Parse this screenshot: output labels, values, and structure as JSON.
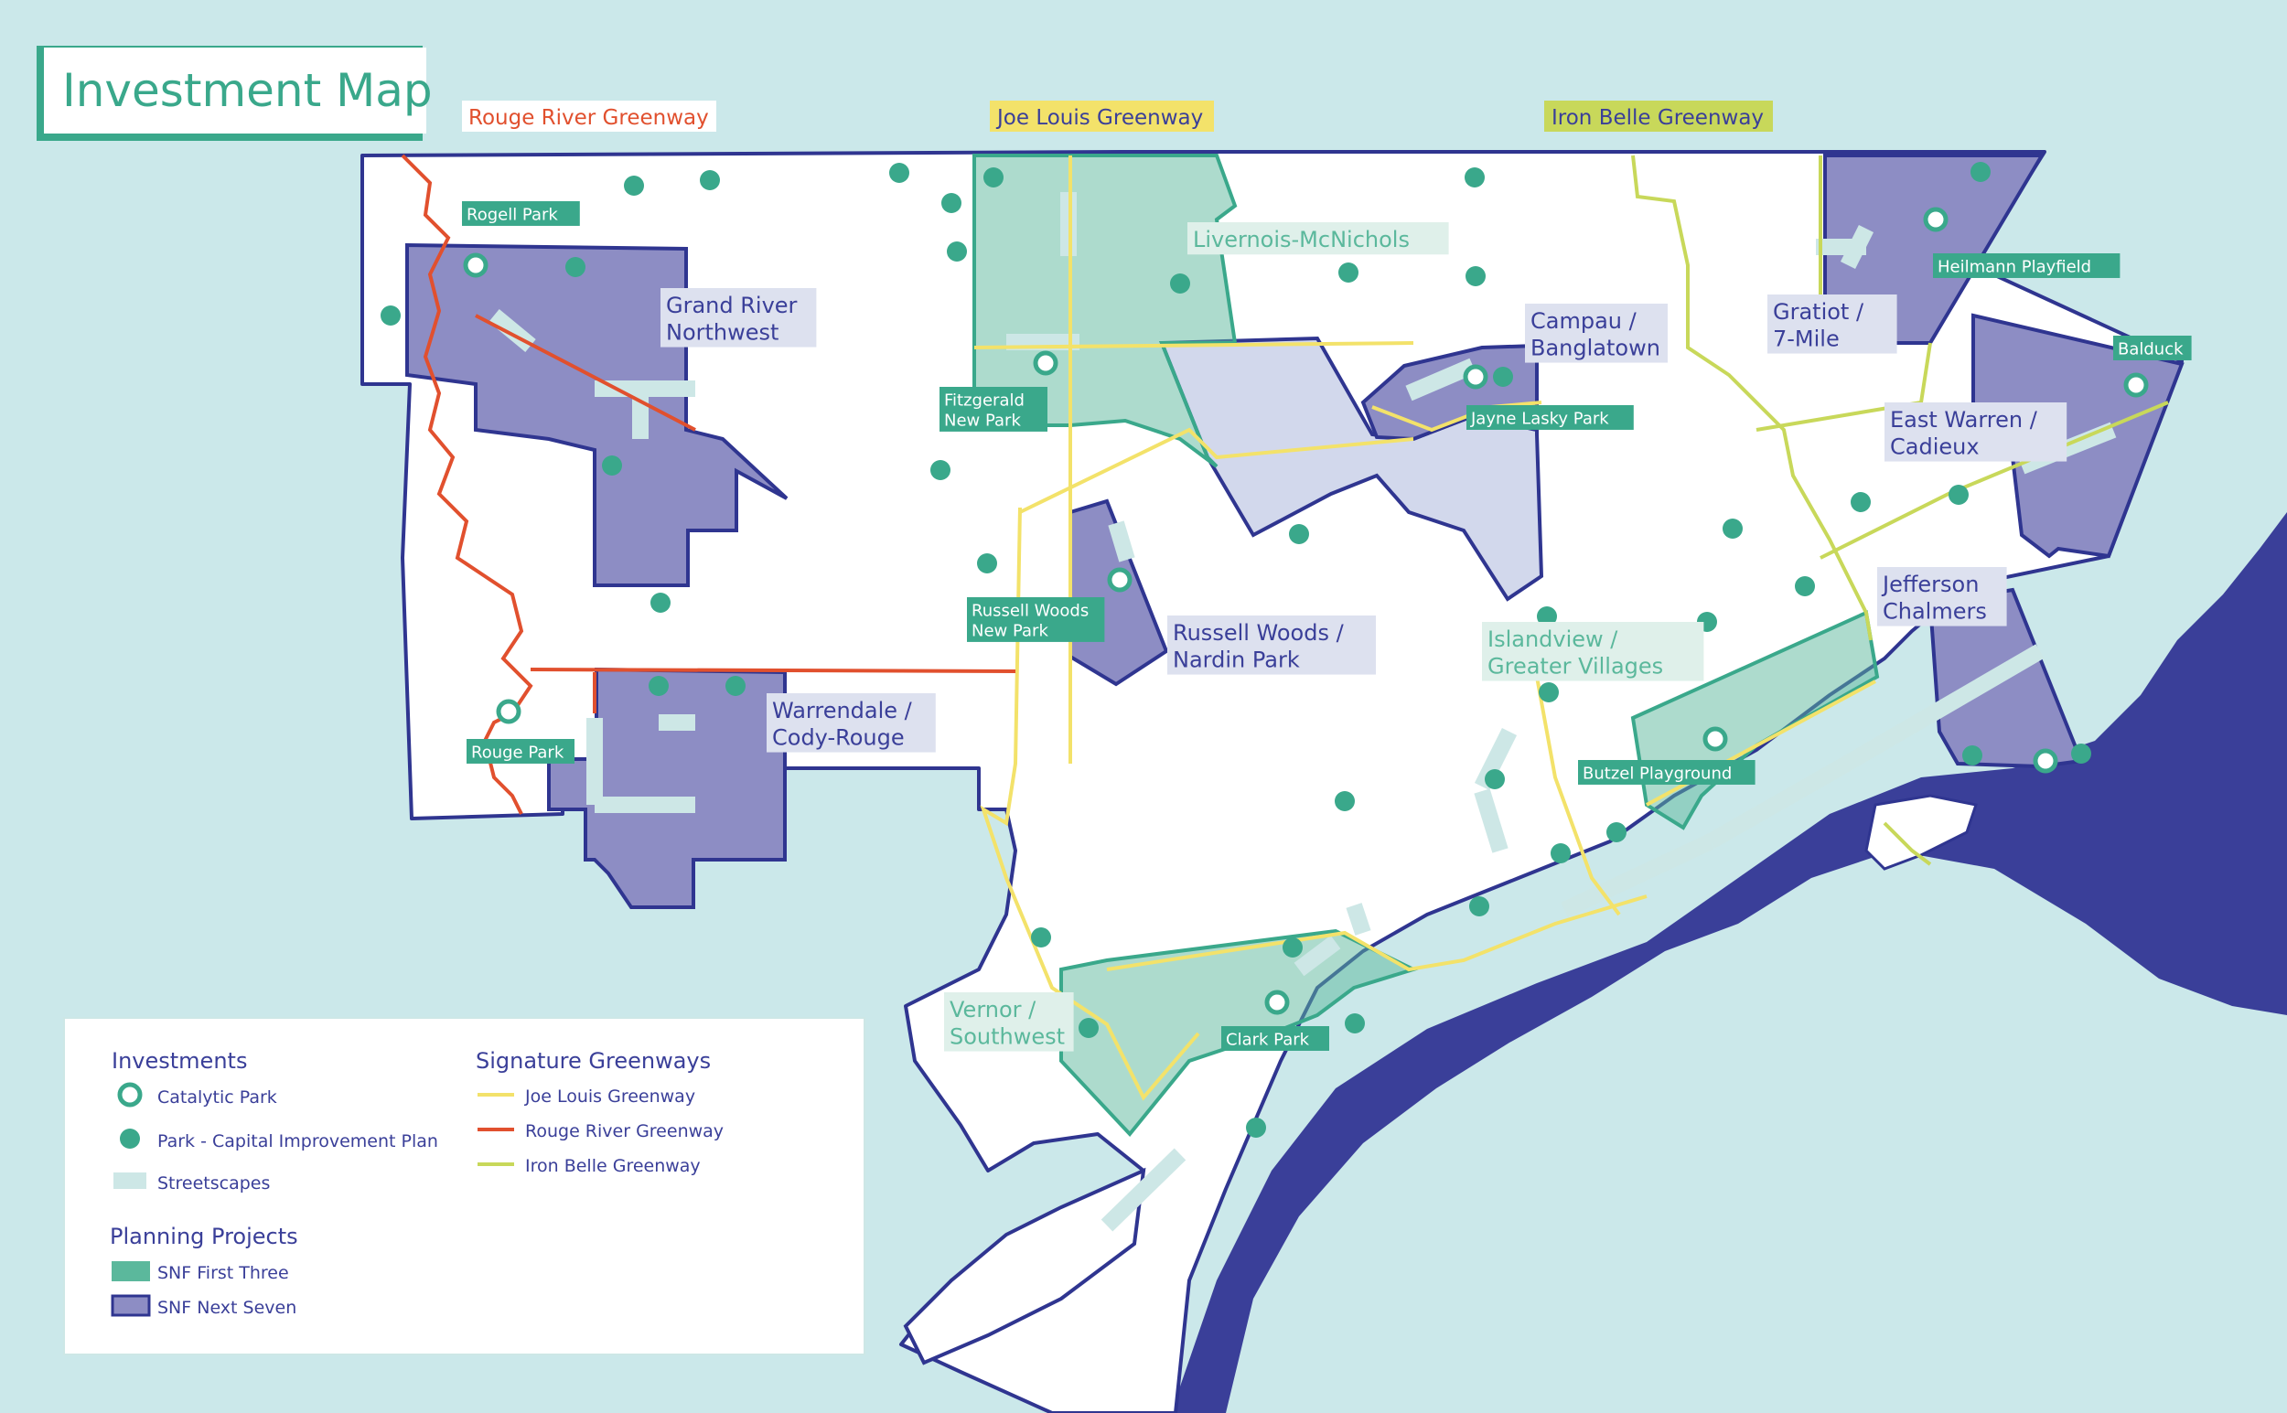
{
  "title": "Investment Map",
  "colors": {
    "water": "#cbe8ea",
    "river": "#3a3f99",
    "land": "#ffffff",
    "outline": "#2f3590",
    "snf_first_three": "#5bb89c",
    "snf_next_seven": "#8d8dc4",
    "planning_light": "#d2d8ec",
    "park": "#3aa88b",
    "streetscape": "#cde7e6",
    "joe_louis": "#f3e26a",
    "rouge_river": "#e1502e",
    "iron_belle": "#c8d85a",
    "label_blue_text": "#3a3f99",
    "label_blue_bg": "#dde1ef",
    "label_green_text": "#5bb89c",
    "label_green_bg": "#dff0ea",
    "park_tag_bg": "#3aa88b"
  },
  "greenway_headers": {
    "rouge": "Rouge River Greenway",
    "joe": "Joe Louis Greenway",
    "iron": "Iron Belle Greenway"
  },
  "districts": {
    "grand_river": "Grand River\nNorthwest",
    "warrendale": "Warrendale /\nCody-Rouge",
    "livernois": "Livernois-McNichols",
    "russell": "Russell Woods /\nNardin Park",
    "campau": "Campau /\nBanglatown",
    "gratiot": "Gratiot /\n7-Mile",
    "east_warren": "East Warren /\nCadieux",
    "jefferson": "Jefferson\nChalmers",
    "islandview": "Islandview /\nGreater Villages",
    "vernor": "Vernor /\nSouthwest"
  },
  "park_tags": {
    "rogell": "Rogell Park",
    "rouge": "Rouge Park",
    "fitzgerald": "Fitzgerald\nNew Park",
    "russell_woods": "Russell Woods\nNew Park",
    "jayne": "Jayne Lasky Park",
    "heilmann": "Heilmann Playfield",
    "balduck": "Balduck",
    "butzel": "Butzel Playground",
    "clark": "Clark Park"
  },
  "legend": {
    "investments_heading": "Investments",
    "catalytic": "Catalytic Park",
    "capital": "Park - Capital Improvement Plan",
    "streetscapes": "Streetscapes",
    "planning_heading": "Planning Projects",
    "first_three": "SNF First Three",
    "next_seven": "SNF Next Seven",
    "greenways_heading": "Signature Greenways",
    "joe": "Joe Louis Greenway",
    "rouge": "Rouge River Greenway",
    "iron": "Iron Belle Greenway"
  }
}
